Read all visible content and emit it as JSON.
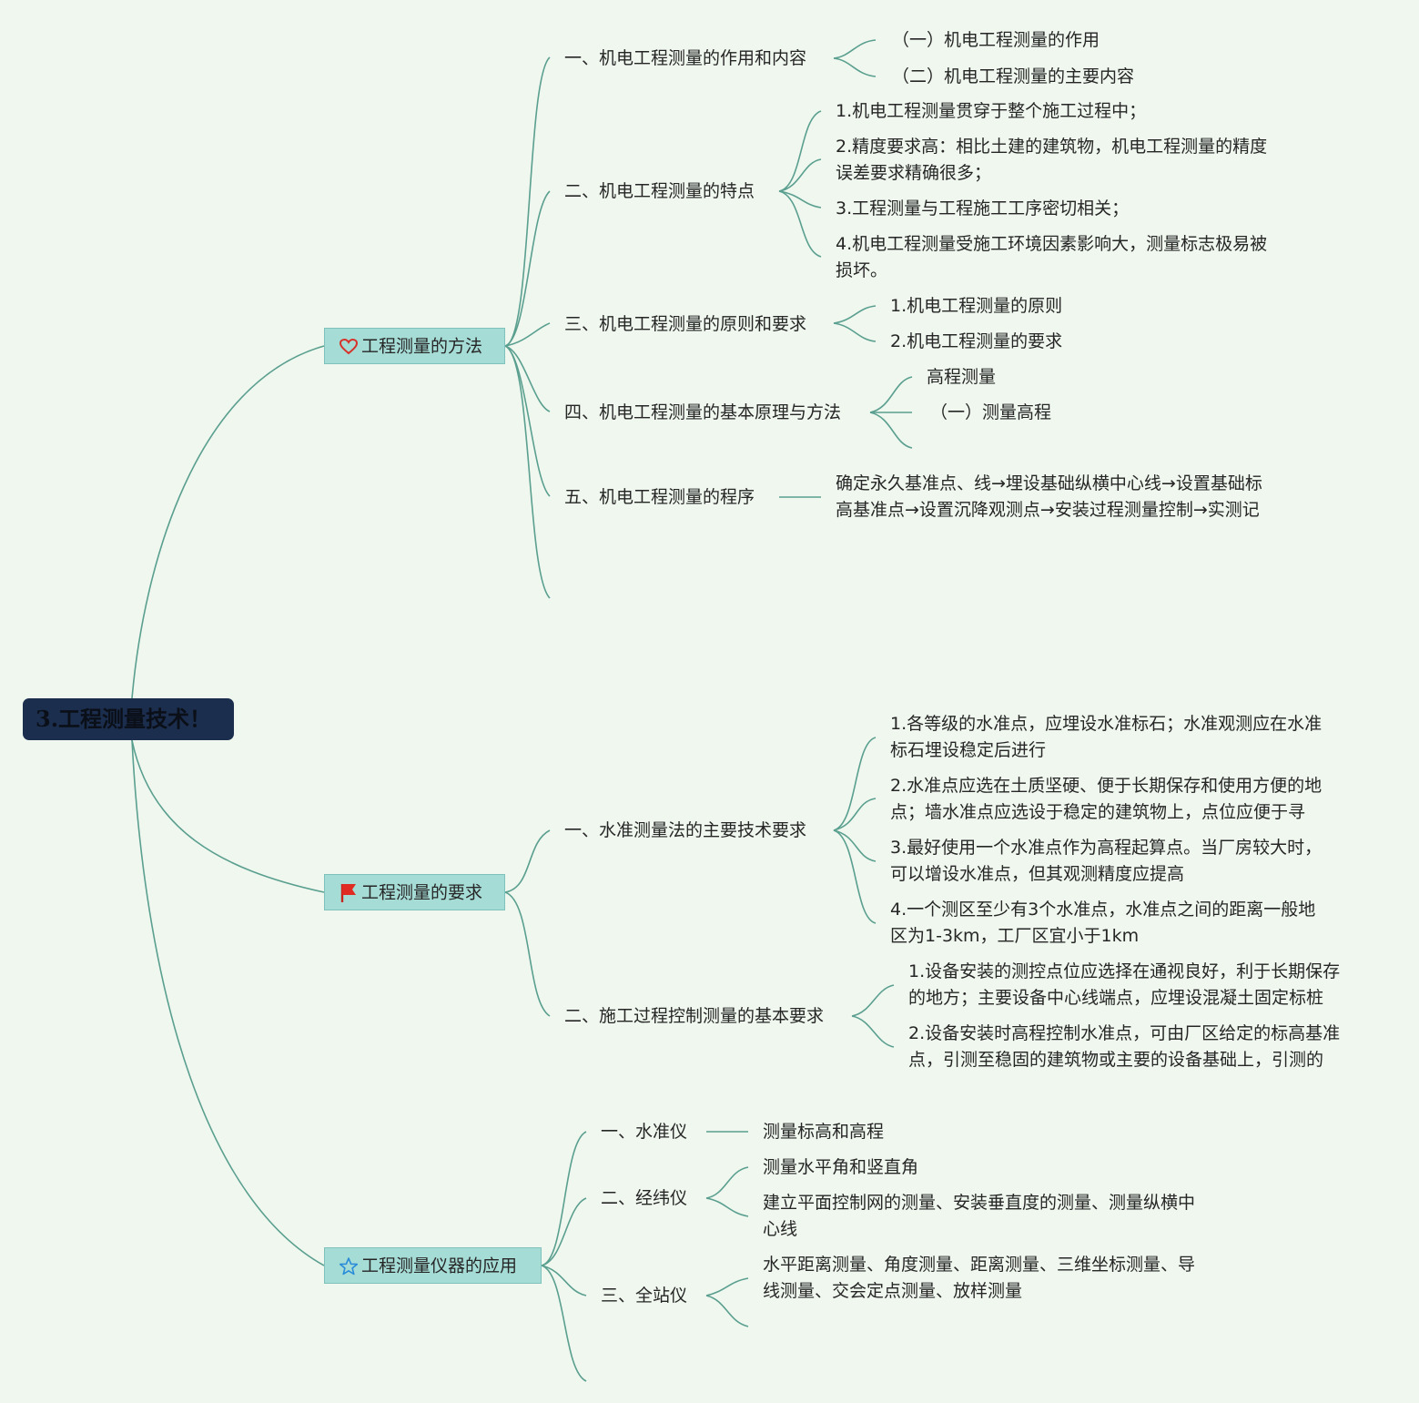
{
  "root": {
    "label": "3.工程测量技术！"
  },
  "branches": [
    {
      "icon": "heart-icon",
      "label": "工程测量的方法",
      "children": [
        {
          "label": "一、机电工程测量的作用和内容",
          "children": [
            "（一）机电工程测量的作用",
            "（二）机电工程测量的主要内容"
          ]
        },
        {
          "label": "二、机电工程测量的特点",
          "children": [
            [
              "1.机电工程测量贯穿于整个施工过程中；"
            ],
            [
              "2.精度要求高：相比土建的建筑物，机电工程测量的精度",
              "误差要求精确很多；"
            ],
            [
              "3.工程测量与工程施工工序密切相关；"
            ],
            [
              "4.机电工程测量受施工环境因素影响大，测量标志极易被",
              "损坏。"
            ]
          ]
        },
        {
          "label": "三、机电工程测量的原则和要求",
          "children": [
            "1.机电工程测量的原则",
            "2.机电工程测量的要求"
          ]
        },
        {
          "label": "四、机电工程测量的基本原理与方法",
          "children": [
            "高程测量",
            "（一）测量高程"
          ]
        },
        {
          "label": "五、机电工程测量的程序",
          "children": [
            [
              "确定永久基准点、线→埋设基础纵横中心线→设置基础标",
              "高基准点→设置沉降观测点→安装过程测量控制→实测记"
            ]
          ]
        }
      ]
    },
    {
      "icon": "flag-icon",
      "label": "工程测量的要求",
      "children": [
        {
          "label": "一、水准测量法的主要技术要求",
          "children": [
            [
              "1.各等级的水准点，应埋设水准标石；水准观测应在水准",
              "标石埋设稳定后进行"
            ],
            [
              "2.水准点应选在土质坚硬、便于长期保存和使用方便的地",
              "点；墙水准点应选设于稳定的建筑物上，点位应便于寻"
            ],
            [
              "3.最好使用一个水准点作为高程起算点。当厂房较大时，",
              "可以增设水准点，但其观测精度应提高"
            ],
            [
              "4.一个测区至少有3个水准点，水准点之间的距离一般地",
              "区为1-3km，工厂区宜小于1km"
            ]
          ]
        },
        {
          "label": "二、施工过程控制测量的基本要求",
          "children": [
            [
              "1.设备安装的测控点位应选择在通视良好，利于长期保存",
              "的地方；主要设备中心线端点，应埋设混凝土固定标桩"
            ],
            [
              "2.设备安装时高程控制水准点，可由厂区给定的标高基准",
              "点，引测至稳固的建筑物或主要的设备基础上，引测的"
            ]
          ]
        }
      ]
    },
    {
      "icon": "star-icon",
      "label": "工程测量仪器的应用",
      "children": [
        {
          "label": "一、水准仪",
          "children": [
            "测量标高和高程"
          ]
        },
        {
          "label": "二、经纬仪",
          "children": [
            [
              "测量水平角和竖直角"
            ],
            [
              "建立平面控制网的测量、安装垂直度的测量、测量纵横中",
              "心线"
            ]
          ]
        },
        {
          "label": "三、全站仪",
          "children": [
            [
              "水平距离测量、角度测量、距离测量、三维坐标测量、导",
              "线测量、交会定点测量、放样测量"
            ]
          ]
        }
      ]
    }
  ],
  "colors": {
    "connector": "#5a9f8f",
    "background": "#eff7ee",
    "root_fill": "#1c2e4e",
    "category_fill": "#a6dcd6"
  }
}
